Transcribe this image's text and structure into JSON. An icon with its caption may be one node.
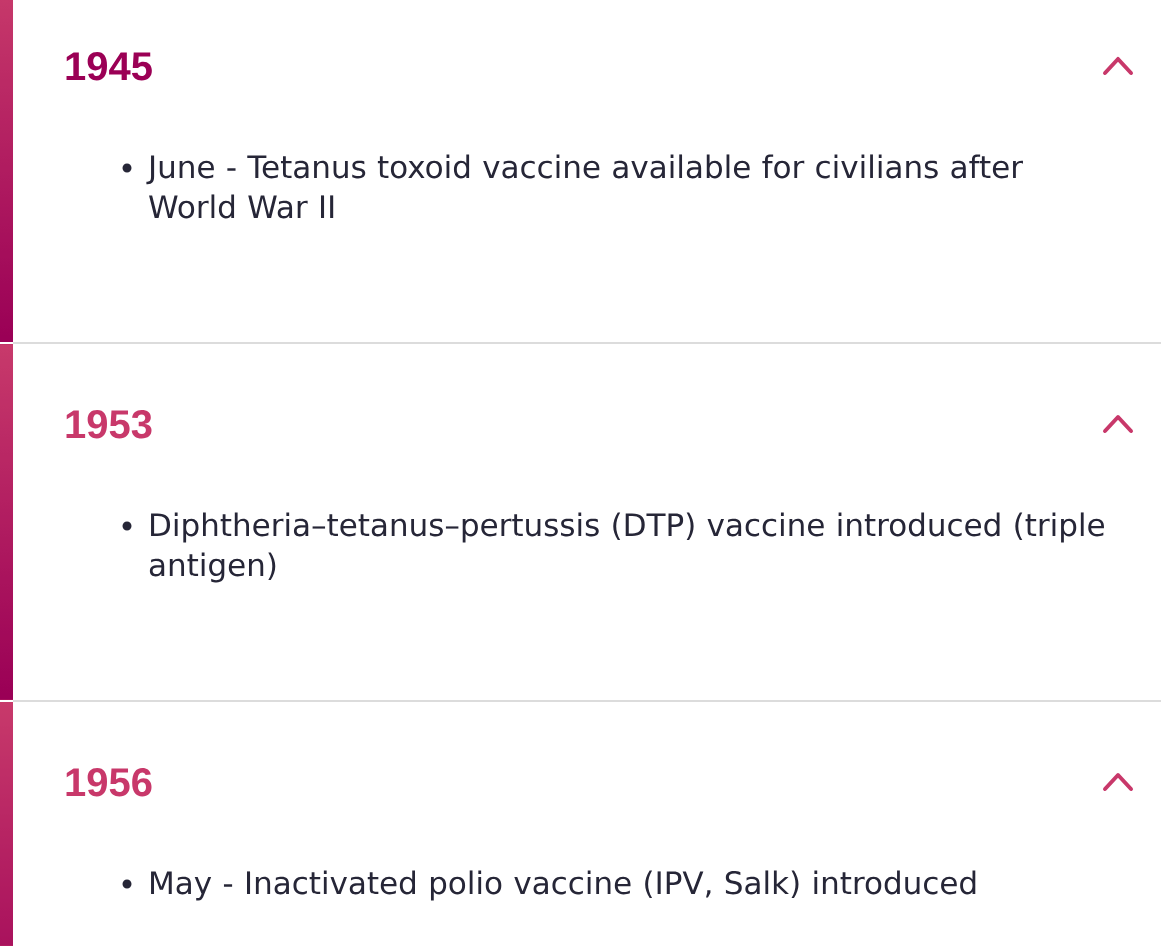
{
  "diagram": {
    "nodes": [
      {
        "text": [
          "1945",
          "June - Tetanus toxoid vaccine available for civilians after World War II"
        ]
      },
      {
        "text": [
          "1953",
          "Diphtheria–tetanus–pertussis (DTP) vaccine introduced (triple antigen)"
        ]
      },
      {
        "text": [
          "1956",
          "May - Inactivated polio vaccine (IPV, Salk) introduced"
        ]
      }
    ]
  }
}
